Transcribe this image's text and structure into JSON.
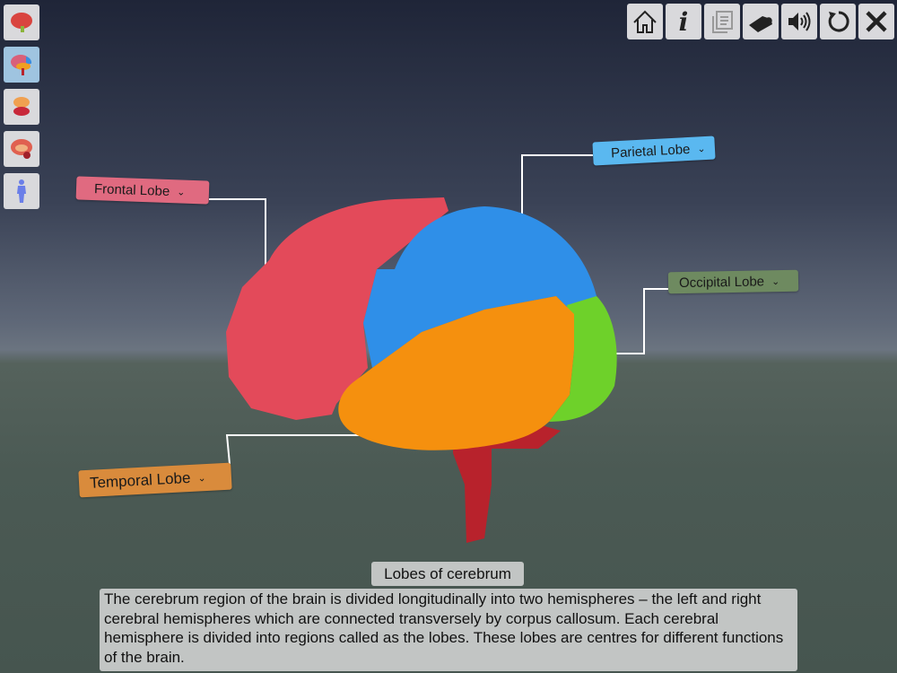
{
  "toolbar": {
    "buttons": [
      "home",
      "info",
      "notes",
      "tag",
      "sound",
      "reset",
      "close"
    ]
  },
  "sidebar": {
    "items": [
      "brain-view",
      "lobes-view",
      "brainstem-view",
      "section-view",
      "body-view"
    ],
    "active": 1
  },
  "labels": {
    "frontal": {
      "text": "Frontal Lobe",
      "color": "#e06a80"
    },
    "parietal": {
      "text": "Parietal Lobe",
      "color": "#5ab8f0"
    },
    "occipital": {
      "text": "Occipital Lobe",
      "color": "#6e8a60"
    },
    "temporal": {
      "text": "Temporal Lobe",
      "color": "#d98b3c"
    }
  },
  "caption": {
    "title": "Lobes of cerebrum",
    "description": "The cerebrum region of the brain is divided longitudinally into two hemispheres – the left and right cerebral hemispheres which are connected transversely by corpus callosum. Each cerebral hemisphere is divided into regions called as the lobes. These lobes are centres for different functions of the brain."
  }
}
